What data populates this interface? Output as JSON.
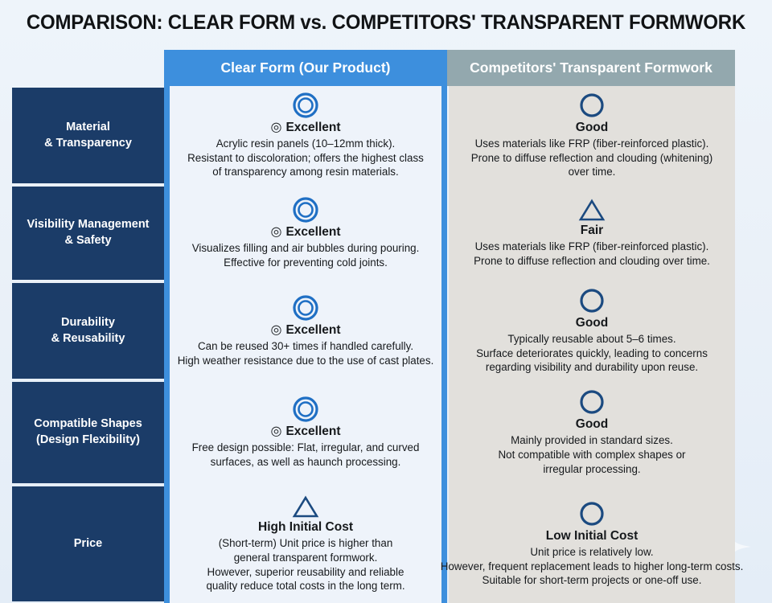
{
  "title": "COMPARISON: CLEAR FORM vs. COMPETITORS' TRANSPARENT FORMWORK",
  "colors": {
    "accent_blue": "#3d8fdd",
    "header_gray": "#93a8ae",
    "label_navy": "#1b3c68",
    "mark_blue": "#1f6fc4",
    "mark_navy": "#1b4a80",
    "cell_blue_bg": "#eef3fa",
    "cell_gray_bg": "#e2e0dc",
    "page_bg": "#eaf1f9"
  },
  "headers": {
    "label_column": "",
    "product": "Clear Form (Our Product)",
    "competitor": "Competitors' Transparent Formwork"
  },
  "rows": [
    {
      "label": "Material & Transparency",
      "product": {
        "icon": "double-circle-icon",
        "inline_mark": "◎",
        "verdict": "Excellent",
        "lines": [
          "Acrylic resin panels (10–12mm thick).",
          "Resistant to discoloration; offers the highest class",
          "of transparency among resin materials."
        ]
      },
      "competitor": {
        "icon": "circle-icon",
        "inline_mark": "",
        "verdict": "Good",
        "lines": [
          "Uses materials like FRP (fiber-reinforced plastic).",
          "Prone to diffuse reflection and clouding (whitening)",
          "over time."
        ]
      }
    },
    {
      "label": "Visibility Management & Safety",
      "product": {
        "icon": "double-circle-icon",
        "inline_mark": "◎",
        "verdict": "Excellent",
        "lines": [
          "Visualizes filling and air bubbles during pouring.",
          "Effective for preventing cold joints."
        ]
      },
      "competitor": {
        "icon": "triangle-icon",
        "inline_mark": "",
        "verdict": "Fair",
        "lines": [
          "Uses materials like FRP (fiber-reinforced plastic).",
          "Prone to diffuse reflection and clouding over time."
        ]
      }
    },
    {
      "label": "Durability & Reusability",
      "product": {
        "icon": "double-circle-icon",
        "inline_mark": "◎",
        "verdict": "Excellent",
        "lines": [
          "Can be reused 30+ times if handled carefully.",
          "High weather resistance due to the use of cast plates."
        ]
      },
      "competitor": {
        "icon": "circle-icon",
        "inline_mark": "",
        "verdict": "Good",
        "lines": [
          "Typically reusable about 5–6 times.",
          "Surface deteriorates quickly, leading to concerns",
          "regarding visibility and durability upon reuse."
        ]
      }
    },
    {
      "label": "Compatible Shapes (Design Flexibility)",
      "product": {
        "icon": "double-circle-icon",
        "inline_mark": "◎",
        "verdict": "Excellent",
        "lines": [
          "Free design possible: Flat, irregular, and curved",
          "surfaces, as well as haunch processing."
        ]
      },
      "competitor": {
        "icon": "circle-icon",
        "inline_mark": "",
        "verdict": "Good",
        "lines": [
          "Mainly provided in standard sizes.",
          "Not compatible with complex shapes or",
          "irregular processing."
        ]
      }
    },
    {
      "label": "Price",
      "product": {
        "icon": "triangle-icon",
        "inline_mark": "",
        "verdict": "High Initial Cost",
        "lines": [
          "(Short-term) Unit price is higher than",
          "general transparent formwork.",
          "However, superior reusability and reliable",
          "quality reduce total costs in the long term."
        ]
      },
      "competitor": {
        "icon": "circle-icon",
        "inline_mark": "",
        "verdict": "Low Initial Cost",
        "lines": [
          "Unit price is relatively low.",
          "However, frequent replacement leads to higher long-term costs.",
          "Suitable for short-term projects or one-off use."
        ]
      }
    }
  ]
}
